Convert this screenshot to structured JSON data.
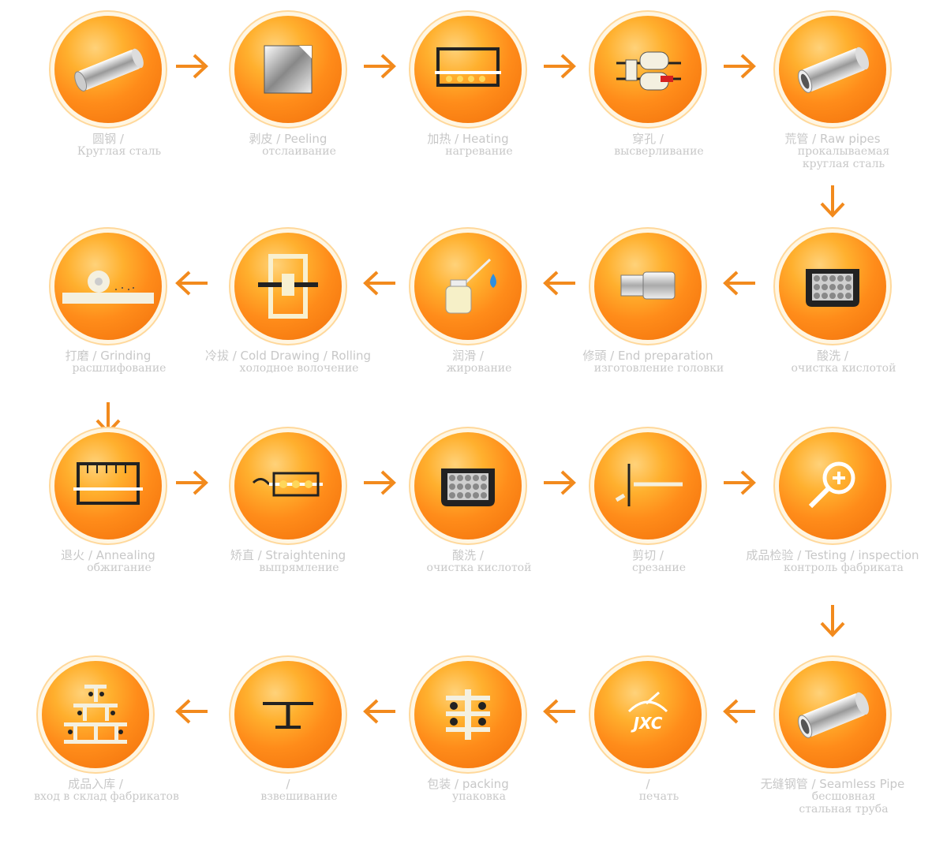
{
  "colors": {
    "accent": "#f28a1d",
    "label": "#c8c8c8"
  },
  "steps": [
    {
      "icon": "round-bar-icon",
      "line1": "圆钢 /",
      "line2": "Круглая сталь",
      "line3": ""
    },
    {
      "icon": "peeling-icon",
      "line1": "剥皮 / Peeling",
      "line2": "отслаивание",
      "line3": ""
    },
    {
      "icon": "heating-icon",
      "line1": "加热 / Heating",
      "line2": "нагревание",
      "line3": ""
    },
    {
      "icon": "piercing-icon",
      "line1": "穿孔 /",
      "line2": "высверливание",
      "line3": ""
    },
    {
      "icon": "raw-pipe-icon",
      "line1": "荒管 / Raw pipes",
      "line2": "прокалываемая",
      "line3": "круглая сталь"
    },
    {
      "icon": "acid-bath-icon",
      "line1": "酸洗 /",
      "line2": "очистка кислотой",
      "line3": ""
    },
    {
      "icon": "end-prep-icon",
      "line1": "修頭 / End preparation",
      "line2": "изготовление головки",
      "line3": ""
    },
    {
      "icon": "oil-can-icon",
      "line1": "润滑 /",
      "line2": "жирование",
      "line3": ""
    },
    {
      "icon": "cold-drawing-icon",
      "line1": "冷拔 / Cold Drawing / Rolling",
      "line2": "холодное волочение",
      "line3": ""
    },
    {
      "icon": "grinding-icon",
      "line1": "打磨 / Grinding",
      "line2": "расшлифование",
      "line3": ""
    },
    {
      "icon": "annealing-icon",
      "line1": "退火 / Annealing",
      "line2": "обжигание",
      "line3": ""
    },
    {
      "icon": "straightening-icon",
      "line1": "矫直 / Straightening",
      "line2": "выпрямление",
      "line3": ""
    },
    {
      "icon": "acid-bath-icon",
      "line1": "酸洗 /",
      "line2": "очистка кислотой",
      "line3": ""
    },
    {
      "icon": "cutting-icon",
      "line1": "剪切 /",
      "line2": "срезание",
      "line3": ""
    },
    {
      "icon": "magnifier-icon",
      "line1": "成品检验 / Testing / inspection",
      "line2": "контроль фабриката",
      "line3": ""
    },
    {
      "icon": "seamless-pipe-icon",
      "line1": "无缝钢管 / Seamless Pipe",
      "line2": "бесшовная",
      "line3": "стальная труба"
    },
    {
      "icon": "jxc-logo-icon",
      "line1": "/",
      "line2": "печать",
      "line3": ""
    },
    {
      "icon": "packing-icon",
      "line1": "包装 / packing",
      "line2": "упаковка",
      "line3": ""
    },
    {
      "icon": "weighing-icon",
      "line1": "/",
      "line2": "взвешивание",
      "line3": ""
    },
    {
      "icon": "warehouse-icon",
      "line1": "成品入库 /",
      "line2": "вход в склад фабрикатов",
      "line3": ""
    }
  ],
  "logo_text": "JXC"
}
